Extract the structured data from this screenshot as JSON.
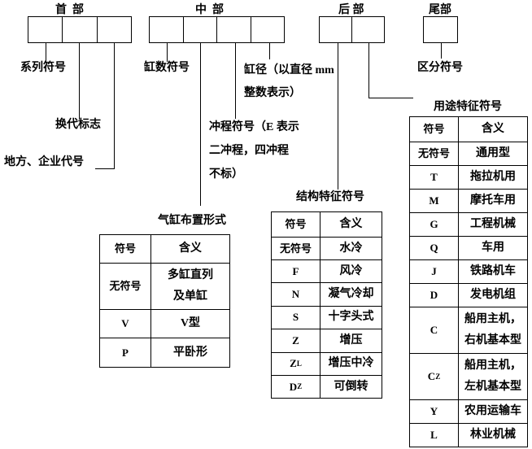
{
  "sections": {
    "head": {
      "title": "首  部",
      "labels": {
        "series": "系列符号",
        "generation": "换代标志",
        "local": "地方、企业代号"
      }
    },
    "middle": {
      "title": "中  部",
      "labels": {
        "cylinders": "缸数符号",
        "bore": "缸径（以直径 mm\n整数表示）",
        "stroke": "冲程符号（E 表示\n二冲程，四冲程\n不标）"
      }
    },
    "rear": {
      "title": "后 部",
      "labels": {
        "usage": "用途特征符号"
      }
    },
    "tail": {
      "title": "尾部",
      "labels": {
        "distinguish": "区分符号"
      }
    }
  },
  "tables": {
    "arrangement": {
      "title": "气缸布置形式",
      "headers": [
        "符号",
        "含义"
      ],
      "rows": [
        [
          "无符号",
          "多缸直列\n及单缸"
        ],
        [
          "V",
          "V型"
        ],
        [
          "P",
          "平卧形"
        ]
      ]
    },
    "structure": {
      "title": "结构特征符号",
      "headers": [
        "符号",
        "含义"
      ],
      "rows": [
        [
          "无符号",
          "水冷"
        ],
        [
          "F",
          "风冷"
        ],
        [
          "N",
          "凝气冷却"
        ],
        [
          "S",
          "十字头式"
        ],
        [
          "Z",
          "增压"
        ],
        [
          "Z_L",
          "增压中冷"
        ],
        [
          "D_Z",
          "可倒转"
        ]
      ]
    },
    "usage": {
      "title": "用途特征符号",
      "headers": [
        "符号",
        "含义"
      ],
      "rows": [
        [
          "无符号",
          "通用型"
        ],
        [
          "T",
          "拖拉机用"
        ],
        [
          "M",
          "摩托车用"
        ],
        [
          "G",
          "工程机械"
        ],
        [
          "Q",
          "车用"
        ],
        [
          "J",
          "铁路机车"
        ],
        [
          "D",
          "发电机组"
        ],
        [
          "C",
          "船用主机，\n右机基本型"
        ],
        [
          "C_Z",
          "船用主机，\n左机基本型"
        ],
        [
          "Y",
          "农用运输车"
        ],
        [
          "L",
          "林业机械"
        ]
      ]
    }
  },
  "colors": {
    "background": "#ffffff",
    "line": "#000000",
    "text": "#000000"
  }
}
